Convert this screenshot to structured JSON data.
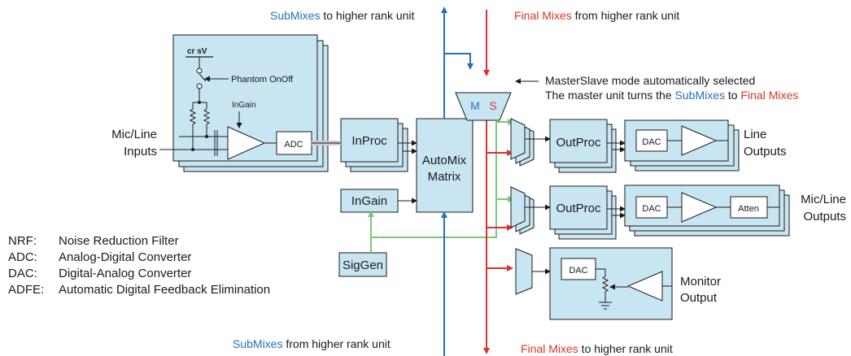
{
  "top_labels": {
    "submix_up_a": "SubMixes",
    "submix_up_b": " to higher rank unit",
    "final_down_a": "Final Mixes",
    "final_down_b": " from higher rank unit"
  },
  "bottom_labels": {
    "submix_in_a": "SubMixes",
    "submix_in_b": " from higher rank unit",
    "final_out_a": "Final Mixes",
    "final_out_b": " to higher rank unit"
  },
  "master_slave": {
    "m": "M",
    "s": "S",
    "note1": "MasterSlave mode automatically selected",
    "note2_a": "The master unit turns the ",
    "note2_b": "SubMixes",
    "note2_c": " to ",
    "note2_d": "Final Mixes"
  },
  "input": {
    "label1": "Mic/Line",
    "label2": "Inputs",
    "power": "cr sV",
    "phantom": "Phantom OnOff",
    "ingain": "InGain",
    "adc": "ADC"
  },
  "blocks": {
    "inproc": "InProc",
    "automix1": "AutoMix",
    "automix2": "Matrix",
    "ingain": "InGain",
    "siggen": "SigGen",
    "outproc1": "OutProc",
    "outproc2": "OutProc",
    "dac1": "DAC",
    "dac2": "DAC",
    "dac3": "DAC",
    "atten": "Atten"
  },
  "outputs": {
    "line1": "Line",
    "line2": "Outputs",
    "micline1": "Mic/Line",
    "micline2": "Outputs",
    "monitor1": "Monitor",
    "monitor2": "Output"
  },
  "legend": [
    {
      "abbr": "NRF:",
      "text": "Noise Reduction Filter"
    },
    {
      "abbr": "ADC:",
      "text": "Analog-Digital Converter"
    },
    {
      "abbr": "DAC:",
      "text": "Digital-Analog Converter"
    },
    {
      "abbr": "ADFE:",
      "text": "Automatic Digital Feedback Elimination"
    }
  ],
  "colors": {
    "submix": "#2a6fb5",
    "final": "#d8332c",
    "siggen": "#7fc47a",
    "block": "#c8e6f2"
  }
}
